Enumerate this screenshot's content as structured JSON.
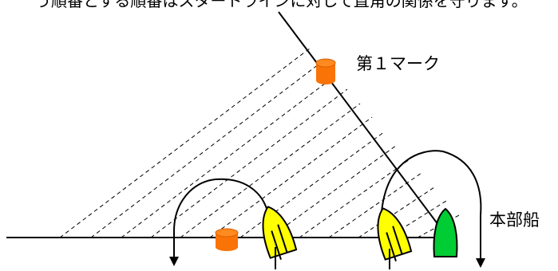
{
  "caption_partial": "う順番とする順番はスタートラインに対して直角の関係を守ります。",
  "labels": {
    "first_mark": "第１マーク",
    "committee_boat": "本部船"
  },
  "colors": {
    "line": "#000000",
    "mark_fill": "#f97306",
    "mark_stroke": "#d85a00",
    "yellow_boat_fill": "#ffff00",
    "green_boat_fill": "#00cc33",
    "boat_stroke": "#000000"
  }
}
